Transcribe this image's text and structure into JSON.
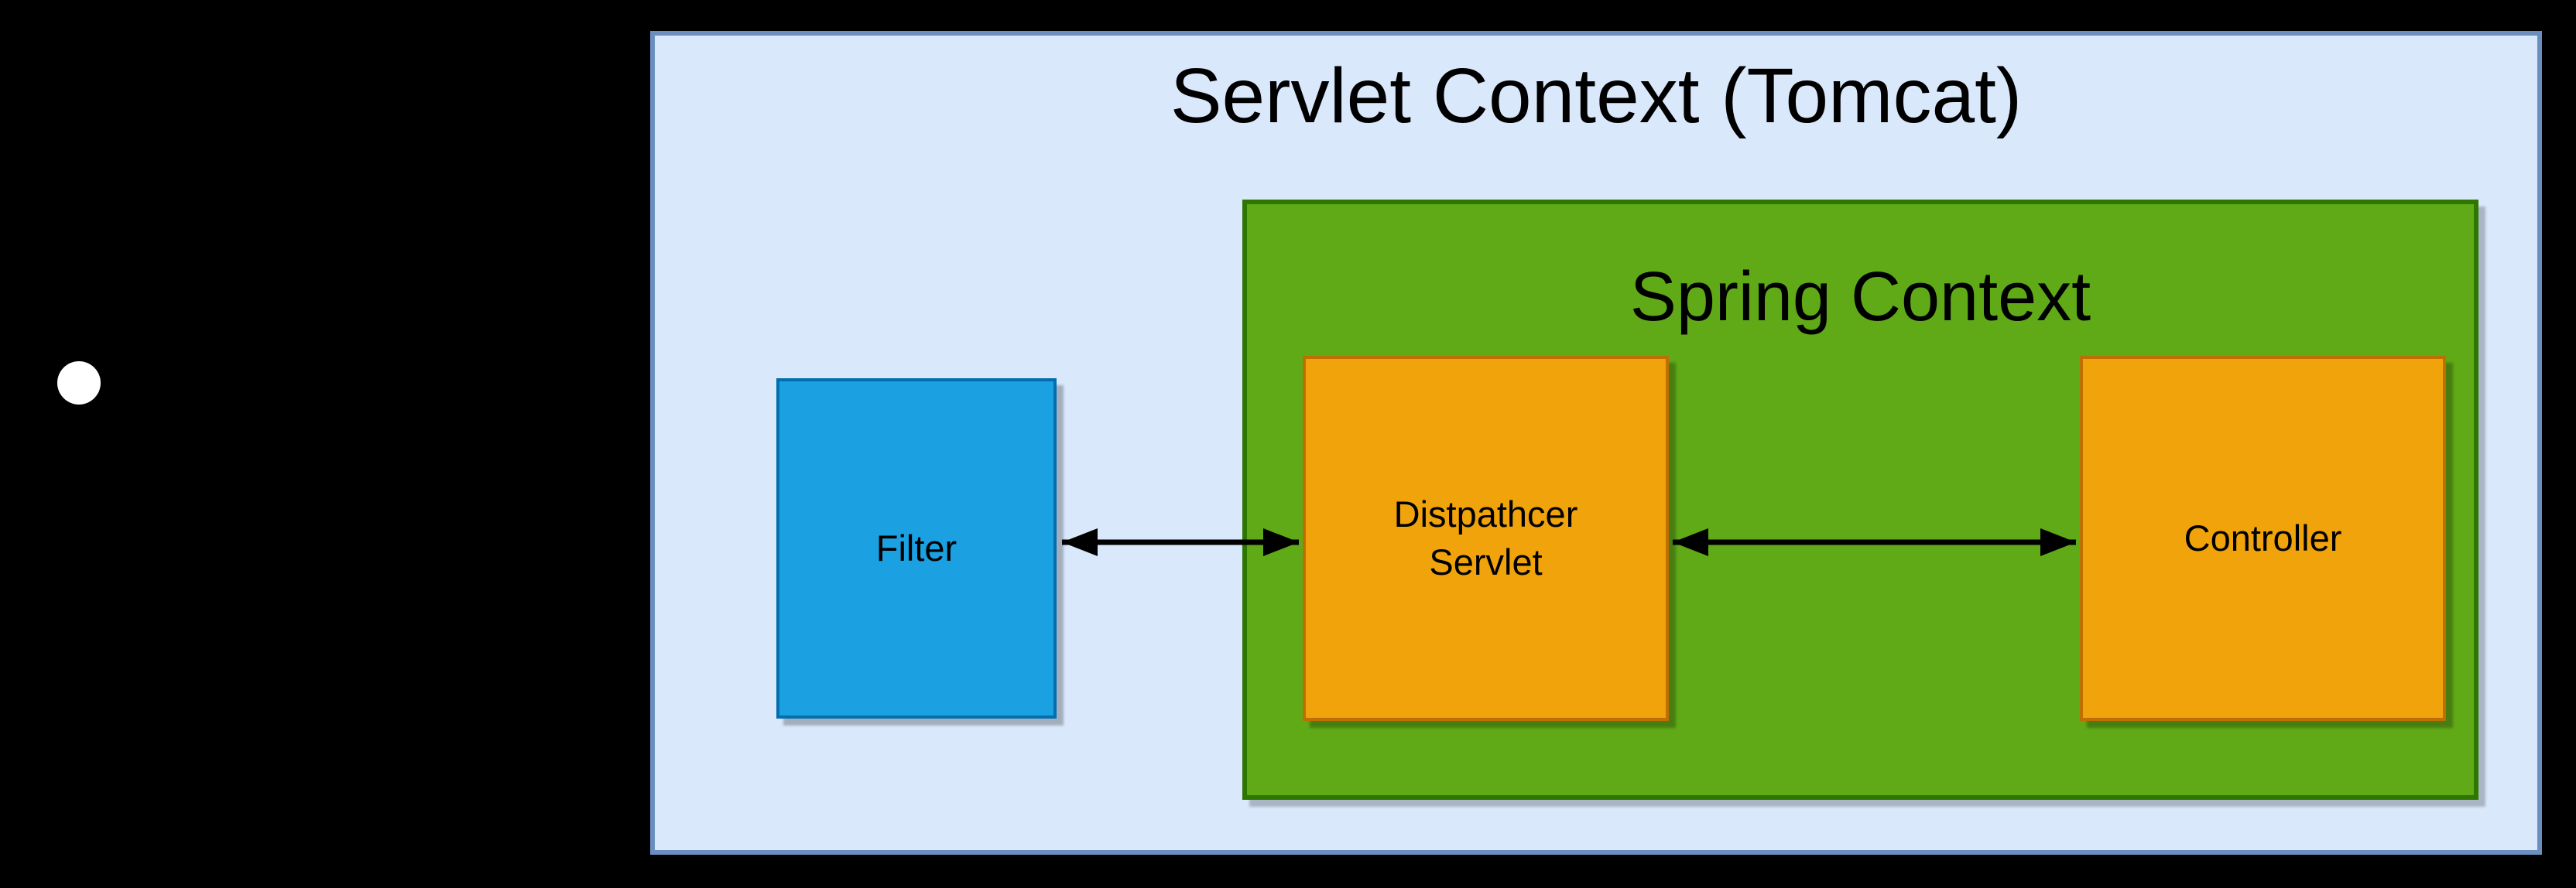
{
  "canvas": {
    "background": "#000000"
  },
  "client": {
    "dot_color": "#FFFFFF"
  },
  "servlet_context": {
    "label": "Servlet Context (Tomcat)",
    "fill": "#DAE8FC",
    "stroke": "#6C8EBF"
  },
  "spring_context": {
    "label": "Spring Context",
    "fill": "#60A917",
    "stroke": "#2D7600"
  },
  "nodes": {
    "filter": {
      "label": "Filter",
      "fill": "#1BA1E2",
      "stroke": "#006EAF"
    },
    "dispatcher": {
      "label_line1": "Distpathcer",
      "label_line2": "Servlet",
      "fill": "#F0A30A",
      "stroke": "#BD7000"
    },
    "controller": {
      "label": "Controller",
      "fill": "#F0A30A",
      "stroke": "#BD7000"
    }
  },
  "connectors": {
    "color": "#000000",
    "style": "double-headed-arrow",
    "filter_to_dispatcher": "bidirectional",
    "dispatcher_to_controller": "bidirectional"
  }
}
